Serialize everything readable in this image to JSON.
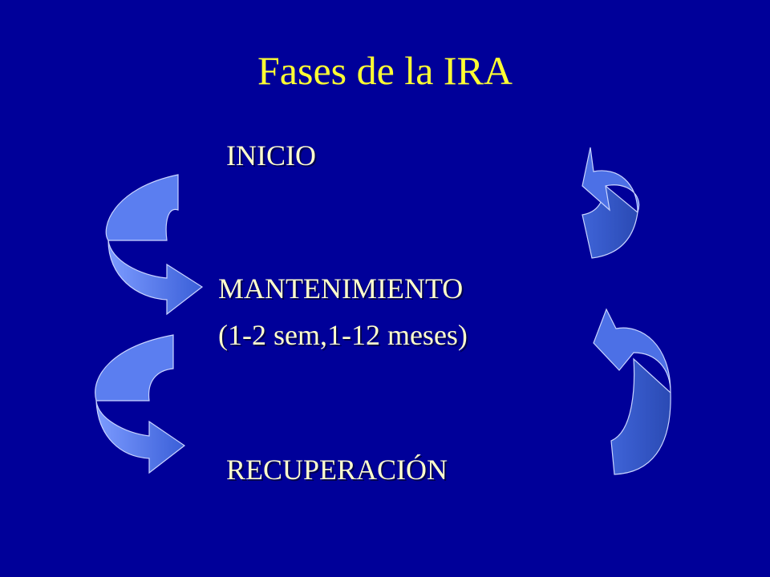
{
  "slide": {
    "title": "Fases de la IRA",
    "phases": {
      "start": "INICIO",
      "maintenance": "MANTENIMIENTO",
      "maintenance_duration": "(1-2 sem,1-12 meses)",
      "recovery": "RECUPERACIÓN"
    }
  },
  "colors": {
    "background": "#000099",
    "title": "#ffff33",
    "phase_text": "#ffffcc",
    "arrow_light": "#6f8ff5",
    "arrow_dark": "#2b4bb8"
  }
}
